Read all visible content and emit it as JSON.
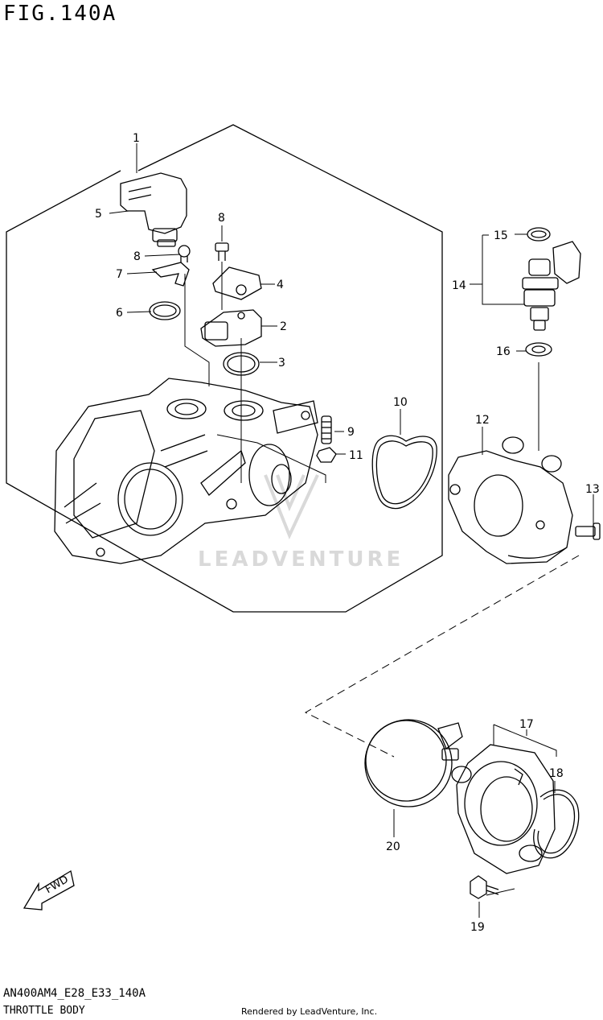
{
  "figure": {
    "title": "FIG.140A",
    "code": "AN400AM4_E28_E33_140A",
    "name": "THROTTLE BODY",
    "rendered_by": "Rendered by LeadVenture, Inc.",
    "watermark": "LEADVENTURE",
    "fwd_label": "FWD"
  },
  "callouts": [
    {
      "id": "c1",
      "label": "1"
    },
    {
      "id": "c2",
      "label": "2"
    },
    {
      "id": "c3",
      "label": "3"
    },
    {
      "id": "c4",
      "label": "4"
    },
    {
      "id": "c5",
      "label": "5"
    },
    {
      "id": "c6",
      "label": "6"
    },
    {
      "id": "c7",
      "label": "7"
    },
    {
      "id": "c8a",
      "label": "8"
    },
    {
      "id": "c8b",
      "label": "8"
    },
    {
      "id": "c9",
      "label": "9"
    },
    {
      "id": "c10",
      "label": "10"
    },
    {
      "id": "c11",
      "label": "11"
    },
    {
      "id": "c12",
      "label": "12"
    },
    {
      "id": "c13",
      "label": "13"
    },
    {
      "id": "c14",
      "label": "14"
    },
    {
      "id": "c15",
      "label": "15"
    },
    {
      "id": "c16",
      "label": "16"
    },
    {
      "id": "c17",
      "label": "17"
    },
    {
      "id": "c18",
      "label": "18"
    },
    {
      "id": "c19",
      "label": "19"
    },
    {
      "id": "c20",
      "label": "20"
    }
  ],
  "colors": {
    "line": "#000000",
    "watermark": "#d9d9d9",
    "background": "#ffffff"
  }
}
